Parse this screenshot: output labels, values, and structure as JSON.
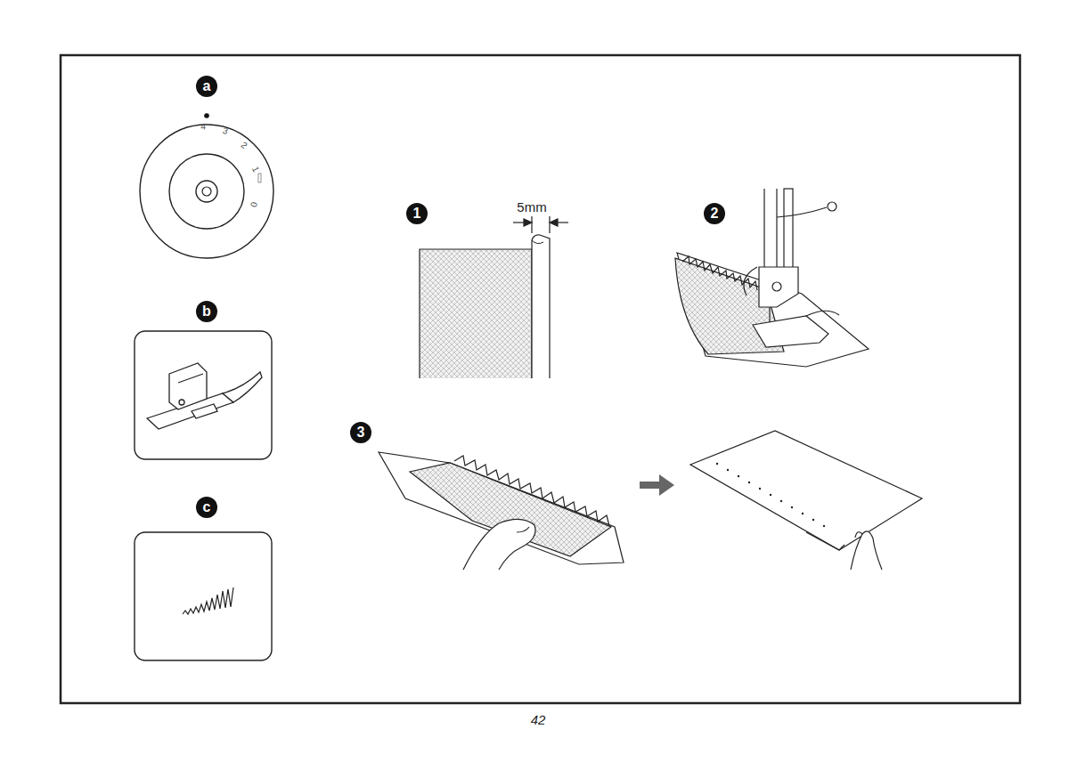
{
  "diagram": {
    "nodes": [
      {
        "text": [
          "a",
          "4",
          "3",
          "2",
          "1",
          "0"
        ]
      },
      {
        "text": [
          "b"
        ]
      },
      {
        "text": [
          "c"
        ]
      }
    ],
    "labels": [
      "1",
      "5mm",
      "2",
      "3",
      "42"
    ]
  }
}
